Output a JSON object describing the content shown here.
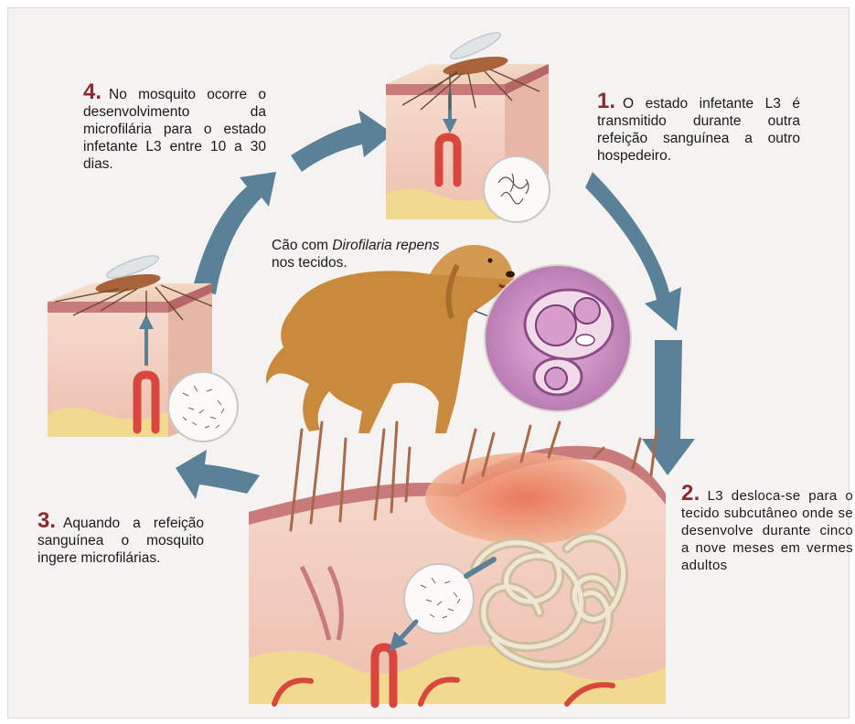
{
  "steps": [
    {
      "number": "1.",
      "text": "O estado infetante L3 é transmitido durante outra refeição sanguínea a outro hospedeiro."
    },
    {
      "number": "2.",
      "text": "L3 desloca-se para o tecido subcutâneo onde se desenvolve durante cinco a nove meses em vermes adultos"
    },
    {
      "number": "3.",
      "text": "Aquando a refeição sanguínea o mosquito ingere microfilárias."
    },
    {
      "number": "4.",
      "text": "No mosquito ocorre o desenvolvimento da microfilária para o estado infetante L3 entre 10 a 30 dias."
    }
  ],
  "center_caption": {
    "prefix": "Cão com ",
    "species": "Dirofilaria repens",
    "suffix": " nos tecidos."
  },
  "colors": {
    "arrow": "#5a8198",
    "step_number": "#8b2a2e",
    "skin": "#f2cbbd",
    "epidermis": "#c97a7a",
    "fat": "#f1d98f",
    "vessel": "#d8473d",
    "dog": "#c98a3d",
    "worm": "#e6dcc4",
    "histology": "#c98fc4"
  },
  "icons": [
    "mosquito-icon",
    "dog-illustration",
    "histology-circle",
    "microfilaria-circle",
    "adult-worm-mass"
  ]
}
